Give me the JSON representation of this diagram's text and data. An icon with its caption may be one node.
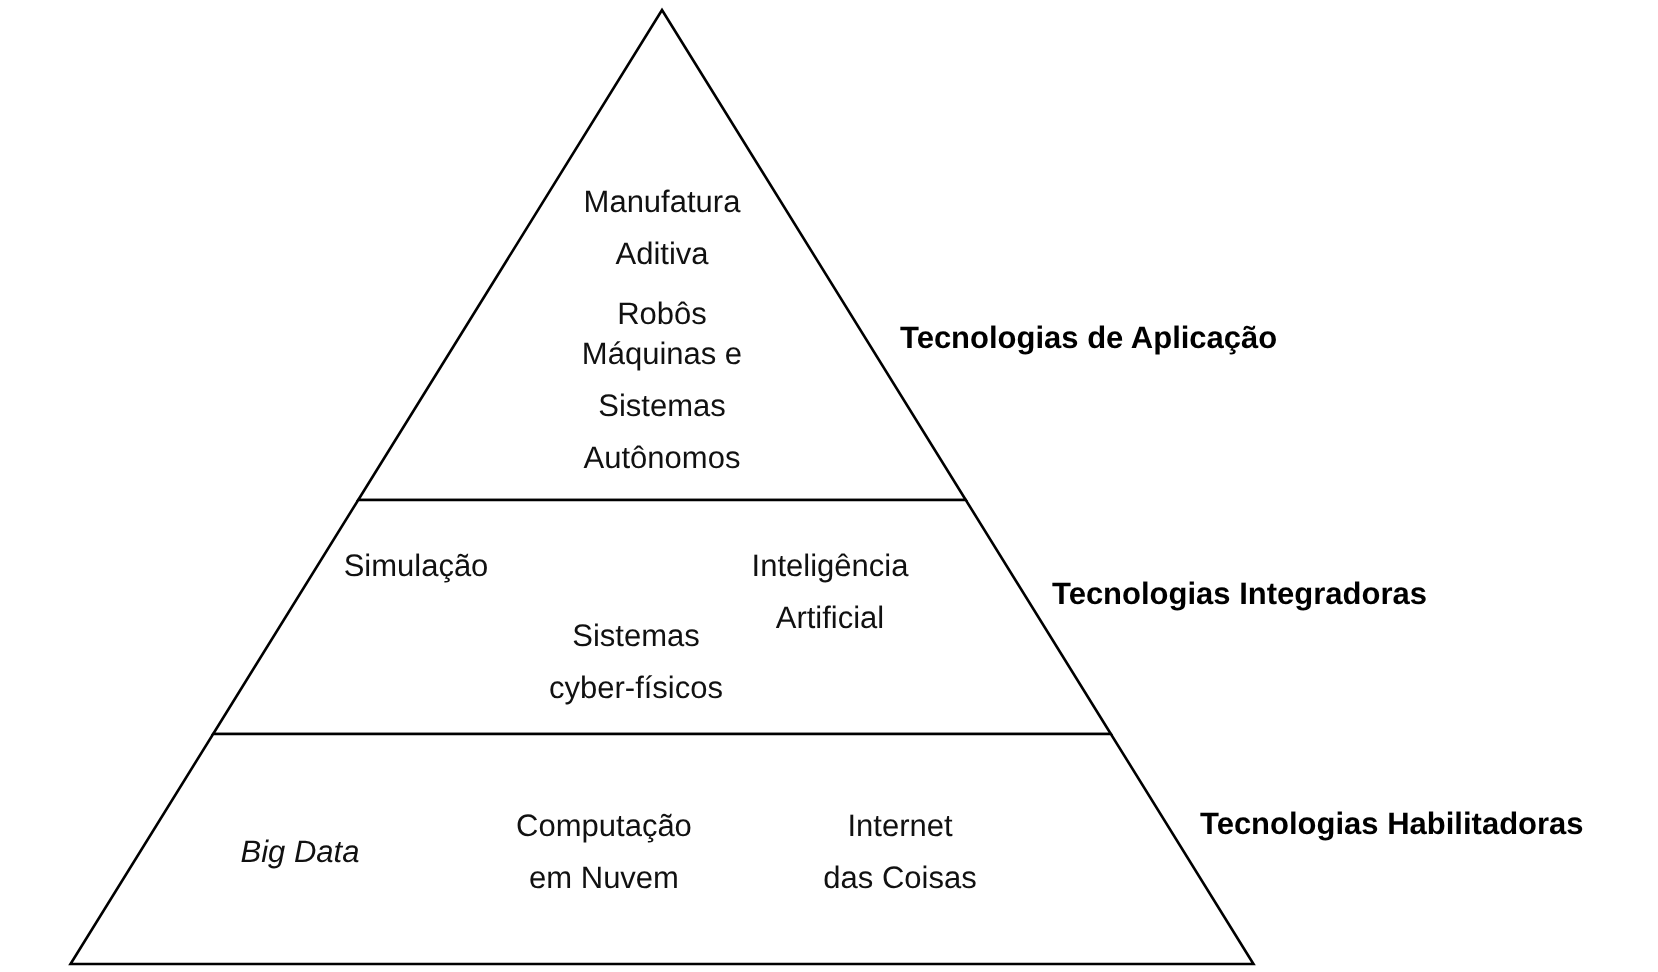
{
  "diagram": {
    "nodes": [
      {
        "text": [
          "Tecnologias de Aplicação",
          "Manufatura Aditiva",
          "Robôs",
          "Máquinas e Sistemas Autônomos"
        ]
      },
      {
        "text": [
          "Tecnologias Integradoras",
          "Simulação",
          "Inteligência Artificial",
          "Sistemas cyber-físicos"
        ]
      },
      {
        "text": [
          "Tecnologias Habilitadoras",
          "Big Data",
          "Computação em Nuvem",
          "Internet das Coisas"
        ]
      }
    ]
  }
}
